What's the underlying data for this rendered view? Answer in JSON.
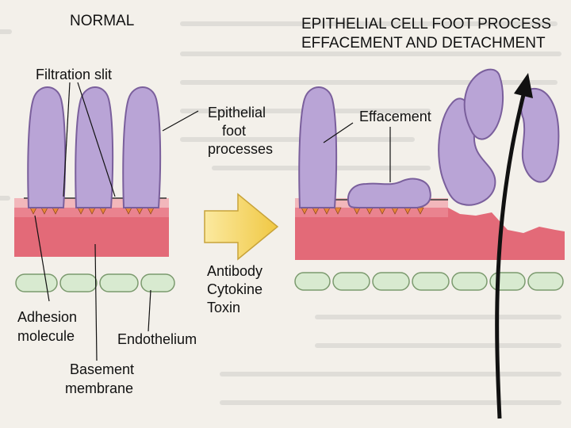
{
  "panels": {
    "normal": {
      "title": "NORMAL"
    },
    "injured": {
      "title_line1": "EPITHELIAL CELL FOOT PROCESS",
      "title_line2": "EFFACEMENT AND DETACHMENT"
    }
  },
  "labels": {
    "filtration_slit": "Filtration slit",
    "epithelial_line1": "Epithelial",
    "epithelial_line2": "foot",
    "epithelial_line3": "processes",
    "effacement": "Effacement",
    "causes_line1": "Antibody",
    "causes_line2": "Cytokine",
    "causes_line3": "Toxin",
    "adhesion_line1": "Adhesion",
    "adhesion_line2": "molecule",
    "endothelium": "Endothelium",
    "basement_line1": "Basement",
    "basement_line2": "membrane"
  },
  "colors": {
    "cell": "#b9a4d6",
    "cell_outline": "#7a5f9c",
    "membrane": "#e36a78",
    "membrane_light": "#f2b7bb",
    "adhesion": "#e8863a",
    "endothelium": "#d8ead0",
    "arrow": "#f1d35a"
  }
}
